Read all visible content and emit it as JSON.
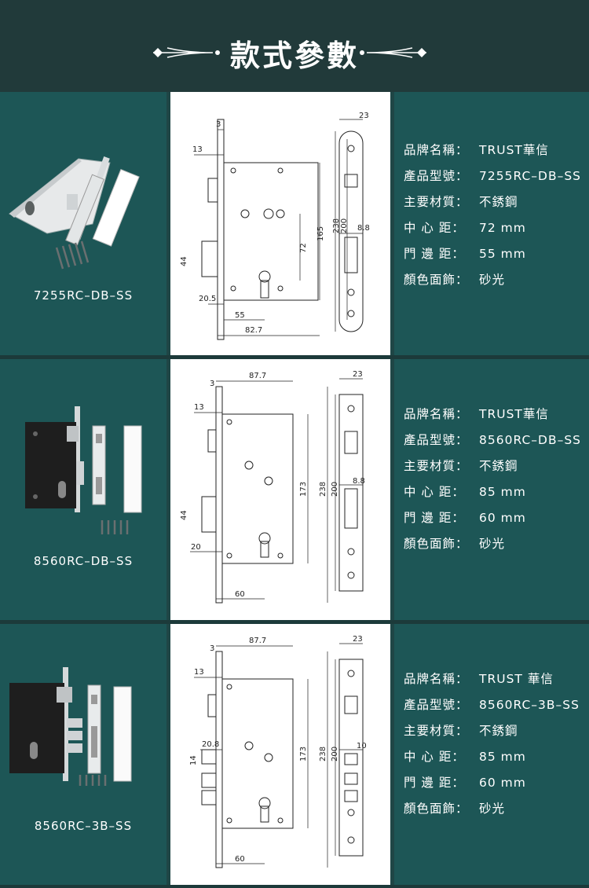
{
  "header": {
    "title": "款式參數"
  },
  "products": [
    {
      "model_caption": "7255RC–DB–SS",
      "dims": {
        "d1": "3",
        "d2": "13",
        "d3": "44",
        "d4": "20.5",
        "d5": "55",
        "d6": "82.7",
        "d7": "72",
        "d8": "165",
        "d9": "238",
        "d10": "200",
        "d11": "8.8",
        "d12": "23"
      },
      "specs": [
        {
          "label": "品牌名稱：",
          "value": "TRUST華信"
        },
        {
          "label": "產品型號：",
          "value": "7255RC–DB–SS"
        },
        {
          "label": "主要材質：",
          "value": "不銹鋼"
        },
        {
          "label": "中 心 距：",
          "value": "72  mm"
        },
        {
          "label": "門 邊 距：",
          "value": "55  mm"
        },
        {
          "label": "顏色面飾：",
          "value": "砂光"
        }
      ]
    },
    {
      "model_caption": "8560RC–DB–SS",
      "dims": {
        "d1": "3",
        "d2": "13",
        "d3": "44",
        "d4": "20",
        "d5": "60",
        "d6": "87.7",
        "d7": "173",
        "d8": "238",
        "d9": "200",
        "d10": "8.8",
        "d11": "23"
      },
      "specs": [
        {
          "label": "品牌名稱：",
          "value": "TRUST華信"
        },
        {
          "label": "產品型號：",
          "value": "8560RC–DB–SS"
        },
        {
          "label": "主要材質：",
          "value": "不銹鋼"
        },
        {
          "label": "中 心 距：",
          "value": "85  mm"
        },
        {
          "label": "門 邊 距：",
          "value": "60  mm"
        },
        {
          "label": "顏色面飾：",
          "value": "砂光"
        }
      ]
    },
    {
      "model_caption": "8560RC–3B–SS",
      "dims": {
        "d1": "3",
        "d2": "13",
        "d3": "20.8",
        "d4": "14",
        "d5": "60",
        "d6": "87.7",
        "d7": "173",
        "d8": "238",
        "d9": "200",
        "d10": "10",
        "d11": "23"
      },
      "specs": [
        {
          "label": "品牌名稱：",
          "value": "TRUST  華信"
        },
        {
          "label": "產品型號：",
          "value": "8560RC–3B–SS"
        },
        {
          "label": "主要材質：",
          "value": "不銹鋼"
        },
        {
          "label": "中 心 距：",
          "value": "85  mm"
        },
        {
          "label": "門 邊 距：",
          "value": "60  mm"
        },
        {
          "label": "顏色面飾：",
          "value": "砂光"
        }
      ]
    }
  ]
}
